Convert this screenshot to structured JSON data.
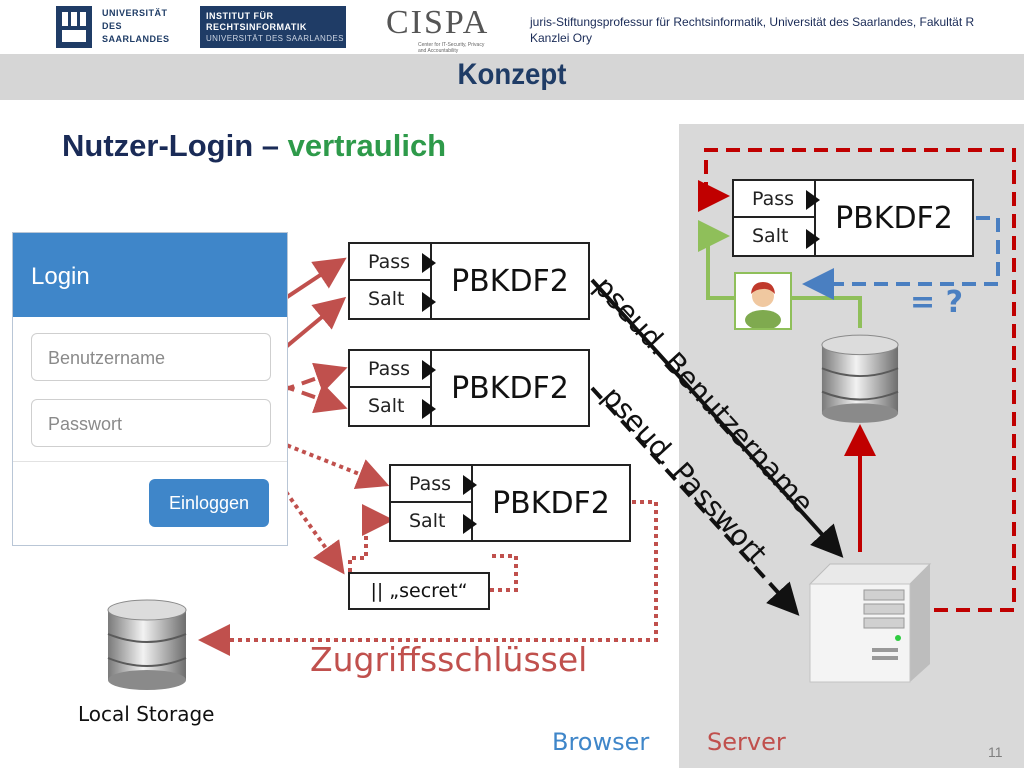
{
  "header": {
    "uni_logo_lines": [
      "UNIVERSITÄT",
      "DES",
      "SAARLANDES"
    ],
    "institut_logo_lines": [
      "INSTITUT FÜR",
      "RECHTSINFORMATIK",
      "UNIVERSITÄT DES SAARLANDES"
    ],
    "cispa_logo": "CISPA",
    "cispa_sub": "Center for IT-Security, Privacy and Accountability",
    "affiliation": "juris-Stiftungsprofessur für Rechtsinformatik, Universität des Saarlandes, Fakultät R",
    "author": "Kanzlei Ory"
  },
  "slide": {
    "title": "Konzept",
    "subtitle_main": "Nutzer-Login – ",
    "subtitle_accent": "vertraulich",
    "page_number": "11"
  },
  "login_form": {
    "title": "Login",
    "username_placeholder": "Benutzername",
    "password_placeholder": "Passwort",
    "button_label": "Einloggen"
  },
  "pbkdf_boxes": [
    {
      "pass": "Pass",
      "salt": "Salt",
      "label": "PBKDF2"
    },
    {
      "pass": "Pass",
      "salt": "Salt",
      "label": "PBKDF2"
    },
    {
      "pass": "Pass",
      "salt": "Salt",
      "label": "PBKDF2"
    },
    {
      "pass": "Pass",
      "salt": "Salt",
      "label": "PBKDF2"
    }
  ],
  "labels": {
    "secret": "|| „secret“",
    "access_key": "Zugriffsschlüssel",
    "local_storage": "Local Storage",
    "pseud_user": "pseud. Benutzername",
    "pseud_pass": "pseud. Passwort",
    "compare": "= ?",
    "browser": "Browser",
    "server": "Server"
  },
  "colors": {
    "red": "#c0504d",
    "dark_red": "#c00000",
    "blue": "#4a7fc1",
    "green": "#8fbf5a",
    "title_blue": "#1f3c66",
    "accent_green": "#2e9a4a"
  }
}
